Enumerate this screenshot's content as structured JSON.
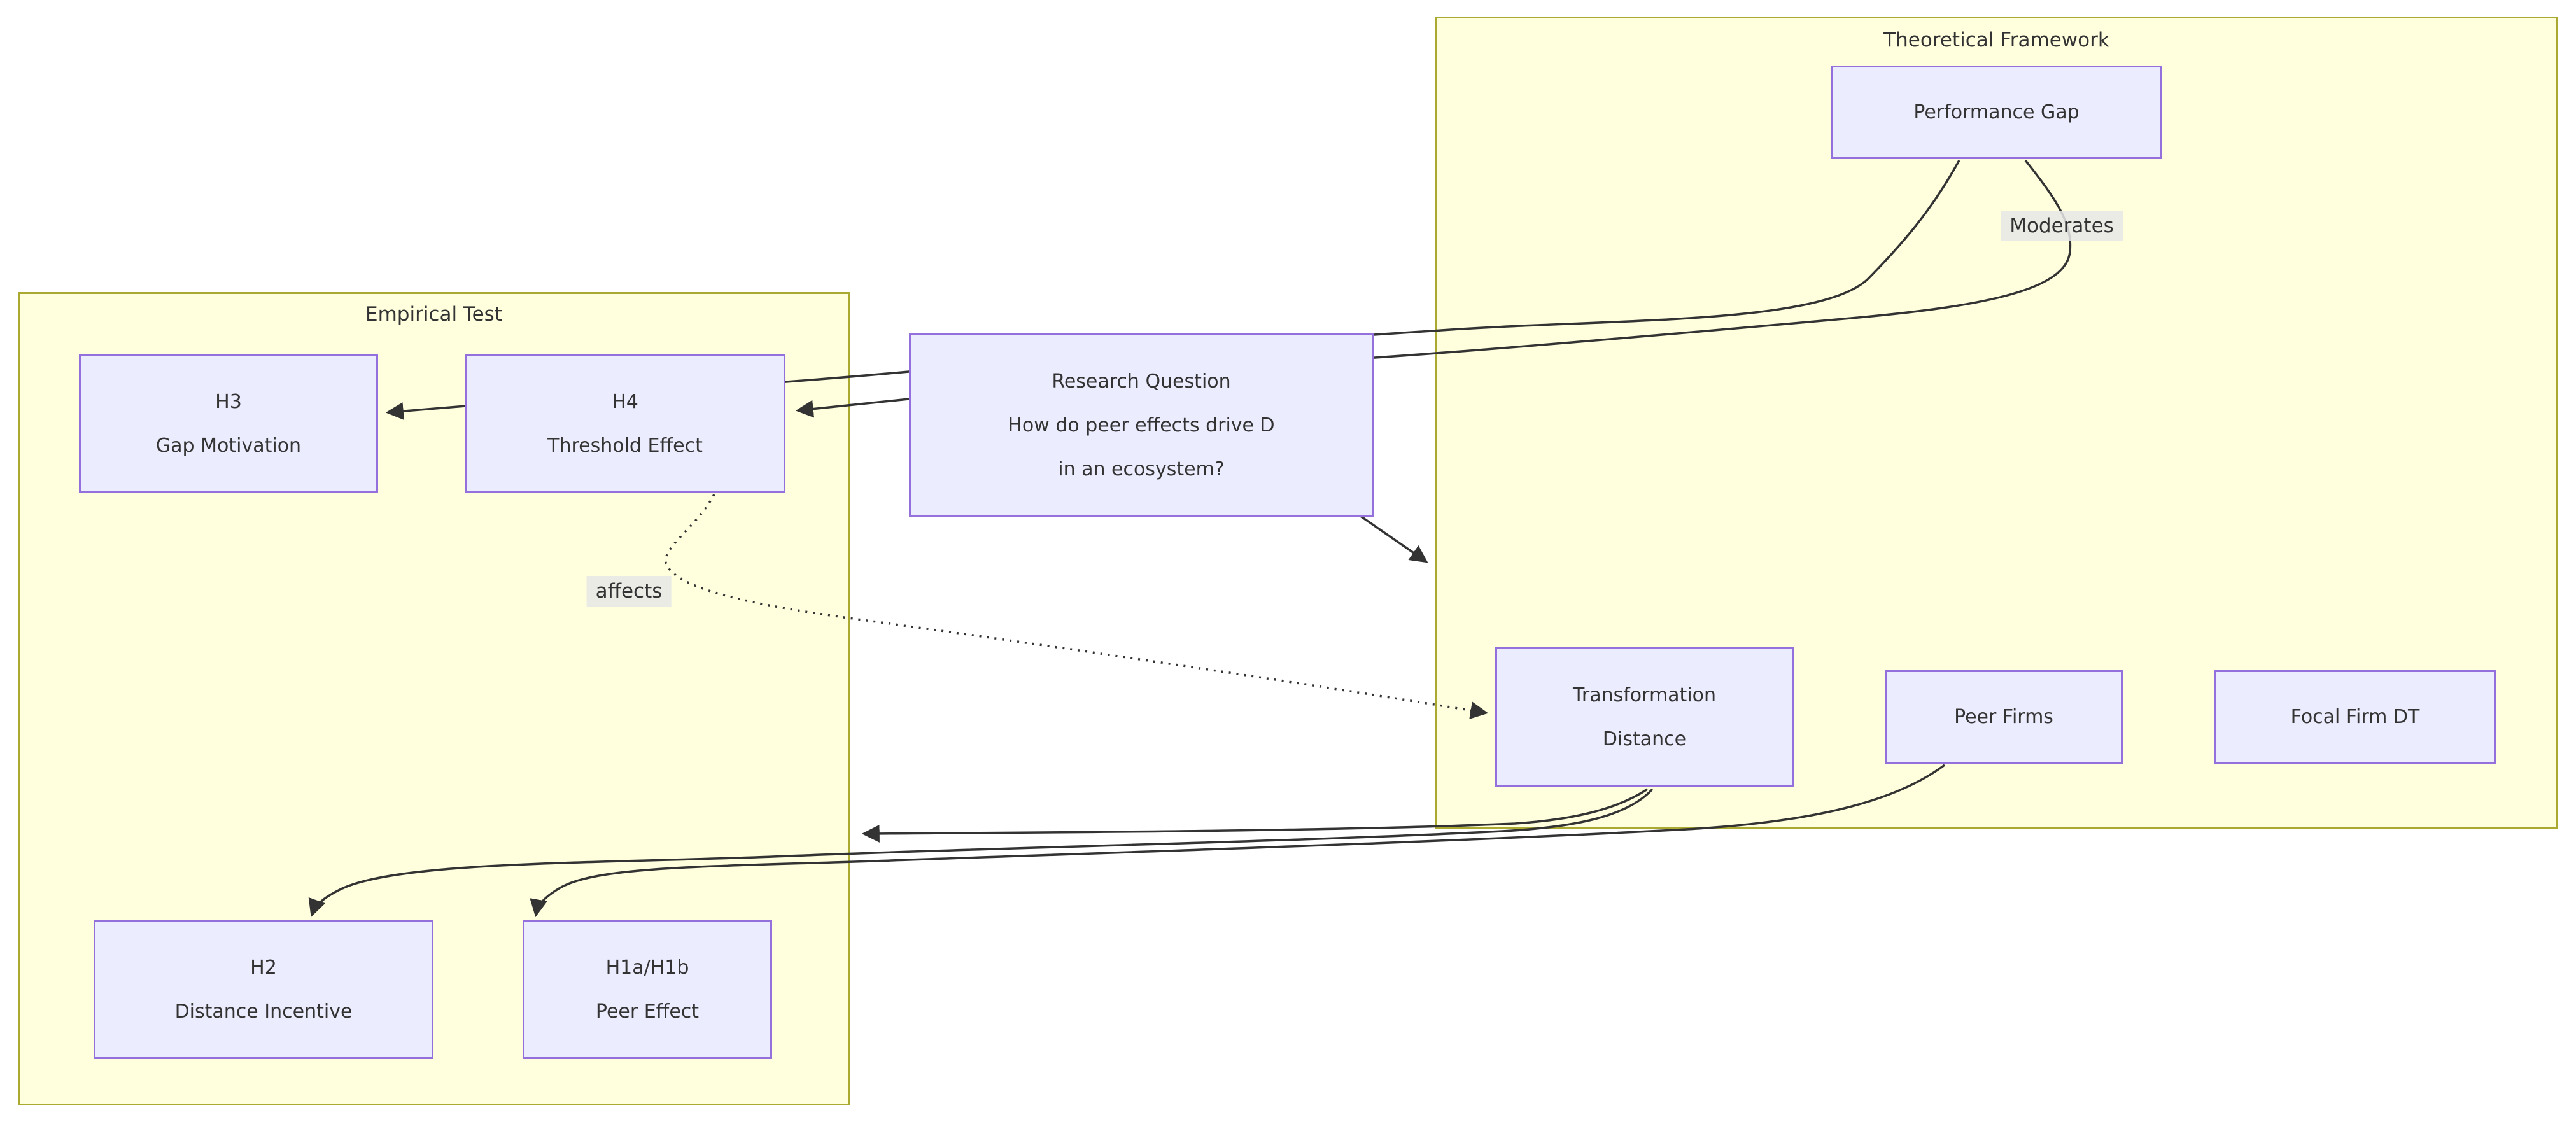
{
  "diagram": {
    "type": "flowchart",
    "clusters": [
      {
        "id": "theoretical-framework",
        "title": "Theoretical Framework"
      },
      {
        "id": "empirical-test",
        "title": "Empirical Test"
      }
    ],
    "nodes": [
      {
        "id": "performance-gap",
        "cluster": "theoretical-framework",
        "lines": [
          "Performance Gap"
        ]
      },
      {
        "id": "research-question",
        "cluster": null,
        "lines": [
          "Research Question",
          "How do peer effects drive D",
          "in an ecosystem?"
        ]
      },
      {
        "id": "h3",
        "cluster": "empirical-test",
        "lines": [
          "H3",
          "Gap Motivation"
        ]
      },
      {
        "id": "h4",
        "cluster": "empirical-test",
        "lines": [
          "H4",
          "Threshold Effect"
        ]
      },
      {
        "id": "transformation-distance",
        "cluster": "theoretical-framework",
        "lines": [
          "Transformation",
          "Distance"
        ]
      },
      {
        "id": "peer-firms",
        "cluster": "theoretical-framework",
        "lines": [
          "Peer Firms"
        ]
      },
      {
        "id": "focal-firm-dt",
        "cluster": "theoretical-framework",
        "lines": [
          "Focal Firm DT"
        ]
      },
      {
        "id": "h2",
        "cluster": "empirical-test",
        "lines": [
          "H2",
          "Distance Incentive"
        ]
      },
      {
        "id": "h1a-h1b",
        "cluster": "empirical-test",
        "lines": [
          "H1a/H1b",
          "Peer Effect"
        ]
      }
    ],
    "edge_labels": {
      "moderates": "Moderates",
      "affects": "affects"
    },
    "edges": [
      {
        "from": "Performance Gap",
        "to": "H3 Gap Motivation",
        "style": "solid",
        "label": ""
      },
      {
        "from": "Performance Gap",
        "to": "H4 Threshold Effect",
        "style": "solid",
        "label": "Moderates"
      },
      {
        "from": "Research Question",
        "to": "Theoretical Framework",
        "style": "solid",
        "label": ""
      },
      {
        "from": "H4 Threshold Effect",
        "to": "Transformation Distance",
        "style": "dotted",
        "label": "affects"
      },
      {
        "from": "Transformation Distance",
        "to": "Empirical Test",
        "style": "solid",
        "label": ""
      },
      {
        "from": "Transformation Distance",
        "to": "H2 Distance Incentive",
        "style": "solid",
        "label": ""
      },
      {
        "from": "Peer Firms",
        "to": "H1a/H1b Peer Effect",
        "style": "solid",
        "label": ""
      }
    ],
    "colors": {
      "node_fill": "#ECECFF",
      "node_border": "#9370DB",
      "cluster_fill": "#FFFFDE",
      "cluster_border": "#AAAA33",
      "edge": "#333333",
      "edge_label_bg": "#E8E8E8",
      "text": "#333333",
      "background": "#FFFFFF"
    }
  }
}
